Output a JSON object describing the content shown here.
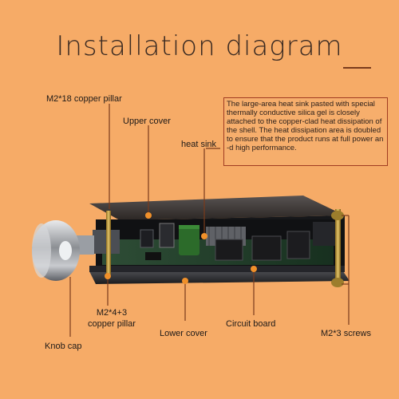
{
  "title": "Installation diagram",
  "labels": {
    "copper_pillar_18": "M2*18 copper pillar",
    "upper_cover": "Upper cover",
    "heat_sink": "heat sink",
    "copper_pillar_4_line1": "M2*4+3",
    "copper_pillar_4_line2": "copper pillar",
    "knob_cap": "Knob cap",
    "lower_cover": "Lower cover",
    "circuit_board": "Circuit board",
    "screws": "M2*3 screws"
  },
  "note": "The large-area heat sink  pasted  with special thermally conductive silica gel is closely attached to the copper-clad heat dissipation of the shell. The heat dissipation area is doubled  to ensure that the product runs at full power an -d high performance.",
  "colors": {
    "background": "#f6ab67",
    "leader_line": "#7a3b1c",
    "accent_dot": "#f0902a",
    "board": "#1f3d2a",
    "cover": "#2a2b2e"
  }
}
